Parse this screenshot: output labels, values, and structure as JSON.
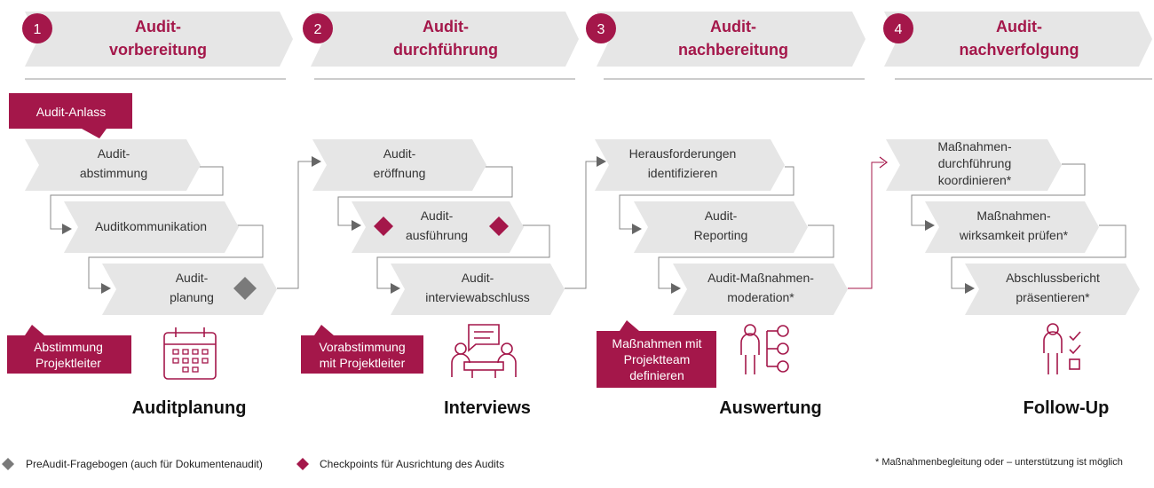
{
  "colors": {
    "accent": "#a4174a",
    "chevron": "#e6e6e6",
    "dark": "#404040",
    "connector": "#8a8a8a",
    "gray_diamond": "#7a7a7a"
  },
  "phases": [
    {
      "number": "1",
      "line1": "Audit-",
      "line2": "vorbereitung"
    },
    {
      "number": "2",
      "line1": "Audit-",
      "line2": "durchführung"
    },
    {
      "number": "3",
      "line1": "Audit-",
      "line2": "nachbereitung"
    },
    {
      "number": "4",
      "line1": "Audit-",
      "line2": "nachverfolgung"
    }
  ],
  "trigger_label": "Audit-Anlass",
  "steps": {
    "p1": [
      {
        "line1": "Audit-",
        "line2": "abstimmung"
      },
      {
        "line1": "Auditkommunikation",
        "line2": ""
      },
      {
        "line1": "Audit-",
        "line2": "planung"
      }
    ],
    "p2": [
      {
        "line1": "Audit-",
        "line2": "eröffnung"
      },
      {
        "line1": "Audit-",
        "line2": "ausführung"
      },
      {
        "line1": "Audit-",
        "line2": "interviewabschluss"
      }
    ],
    "p3": [
      {
        "line1": "Herausforderungen",
        "line2": "identifizieren"
      },
      {
        "line1": "Audit-",
        "line2": "Reporting"
      },
      {
        "line1": "Audit-Maßnahmen-",
        "line2": "moderation*"
      }
    ],
    "p4": [
      {
        "line1": "Maßnahmen-",
        "line2": "durchführung",
        "line3": "koordinieren*"
      },
      {
        "line1": "Maßnahmen-",
        "line2": "wirksamkeit prüfen*"
      },
      {
        "line1": "Abschlussbericht",
        "line2": "präsentieren*"
      }
    ]
  },
  "callouts": [
    {
      "line1": "Abstimmung",
      "line2": "Projektleiter"
    },
    {
      "line1": "Vorabstimmung",
      "line2": "mit Projektleiter"
    },
    {
      "line1": "Maßnahmen mit",
      "line2": "Projektteam",
      "line3": "definieren"
    }
  ],
  "icons": [
    "calendar-icon",
    "meeting-icon",
    "person-network-icon",
    "person-checklist-icon"
  ],
  "section_titles": [
    "Auditplanung",
    "Interviews",
    "Auswertung",
    "Follow-Up"
  ],
  "legend": {
    "gray_label": "PreAudit-Fragebogen (auch für Dokumentenaudit)",
    "red_label": "Checkpoints für Ausrichtung des Audits",
    "footnote": "* Maßnahmenbegleitung oder – unterstützung ist möglich"
  }
}
